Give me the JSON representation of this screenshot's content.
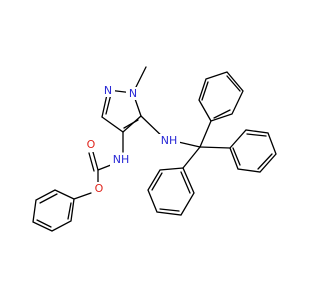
{
  "atom_labels": {
    "n_methyl": "N",
    "n_ring": "N",
    "nh_amine": "NH",
    "nh_carbamate": "NH",
    "o_carbonyl": "O",
    "o_ester": "O"
  },
  "colors": {
    "nitrogen": "#2a2ad6",
    "oxygen": "#e0261e",
    "bond": "#000000"
  }
}
